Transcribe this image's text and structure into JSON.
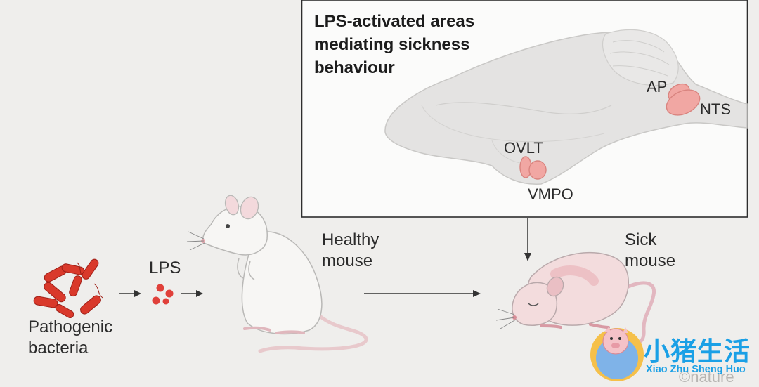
{
  "inset": {
    "title": "LPS-activated areas\nmediating sickness\nbehaviour",
    "regions": {
      "ap": "AP",
      "nts": "NTS",
      "ovlt": "OVLT",
      "vmpo": "VMPO"
    }
  },
  "labels": {
    "bacteria": "Pathogenic\nbacteria",
    "lps": "LPS",
    "healthy_mouse": "Healthy\nmouse",
    "sick_mouse": "Sick\nmouse"
  },
  "credit": "©nature",
  "watermark": {
    "chinese": "小猪生活",
    "english": "Xiao Zhu Sheng Huo"
  },
  "colors": {
    "background": "#efeeec",
    "bacteria": "#d9392b",
    "brain_region": "#f1a7a3",
    "logo_blue": "#1aa0e6"
  },
  "icons": [
    "bacteria-icon",
    "lps-molecules-icon",
    "healthy-mouse-icon",
    "sick-mouse-icon",
    "brain-icon",
    "pig-mascot-icon"
  ]
}
